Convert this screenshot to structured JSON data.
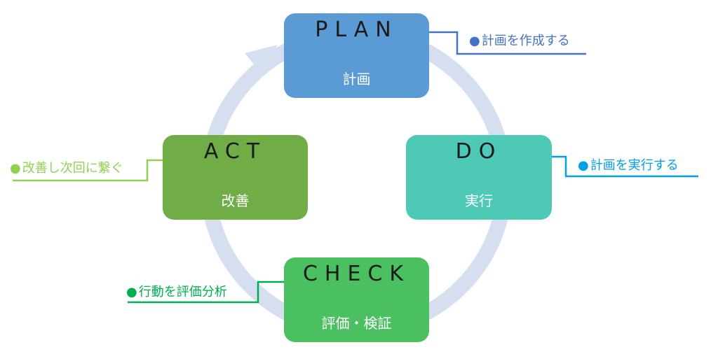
{
  "colors": {
    "plan": "#5b9bd5",
    "do": "#4ec9b6",
    "check": "#4ac061",
    "act": "#70ad47",
    "cycle_ring": "#d6dff0",
    "plan_note": "#4472c4",
    "do_note": "#00a0e8",
    "check_note": "#00b050",
    "act_note": "#92d050"
  },
  "steps": {
    "plan": {
      "title": "PLAN",
      "subtitle": "計画",
      "note": "計画を作成する"
    },
    "do": {
      "title": "DO",
      "subtitle": "実行",
      "note": "計画を実行する"
    },
    "check": {
      "title": "CHECK",
      "subtitle": "評価・検証",
      "note": "行動を評価分析"
    },
    "act": {
      "title": "ACT",
      "subtitle": "改善",
      "note": "改善し次回に繋ぐ"
    }
  },
  "bullet": "●"
}
